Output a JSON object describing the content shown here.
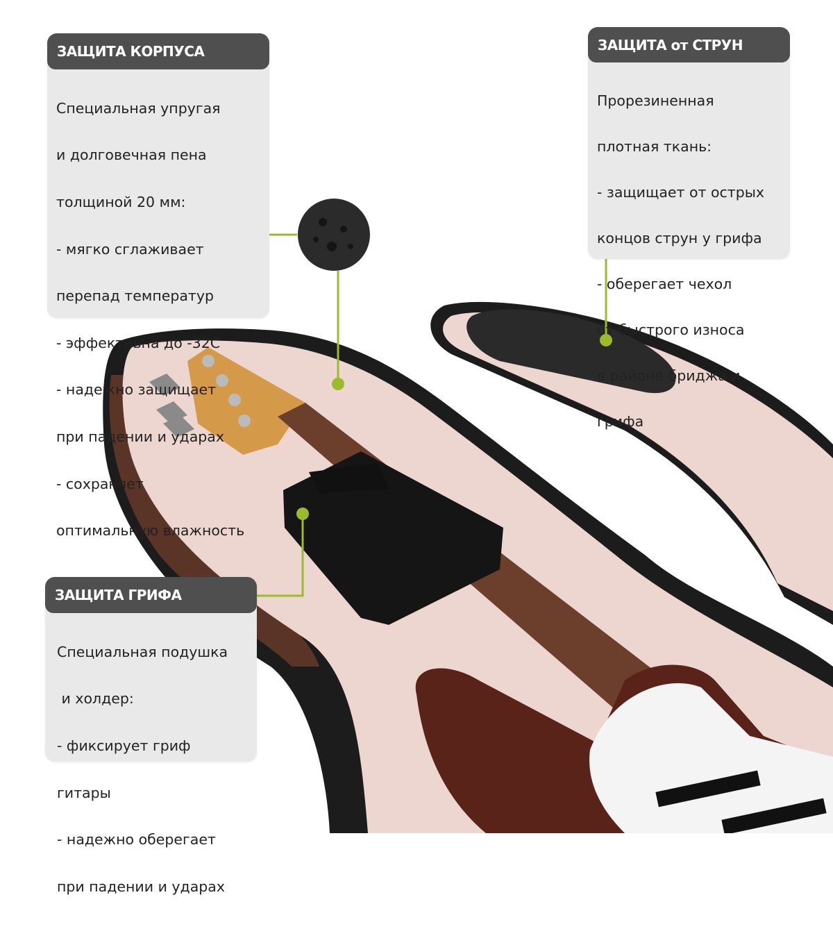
{
  "callouts": {
    "body_protection": {
      "title": "ЗАЩИТА КОРПУСА",
      "lines": [
        "Специальная упругая",
        "и долговечная пена",
        "толщиной 20 мм:",
        "- мягко сглаживает",
        "перепад температур",
        "- эффективна до -32С",
        "- надежно защищает",
        "при падении и ударах",
        "- сохраняет",
        "оптимальную влажность"
      ]
    },
    "string_protection": {
      "title": "ЗАЩИТА от СТРУН",
      "lines": [
        "Прорезиненная",
        "плотная ткань:",
        "- защищает от острых",
        "концов струн у грифа",
        "- оберегает чехол",
        "от быстрого износа",
        "в районе бриджа и",
        "грифа"
      ]
    },
    "neck_protection": {
      "title": "ЗАЩИТА ГРИФА",
      "lines": [
        "Специальная подушка",
        " и холдер:",
        "- фиксирует гриф",
        "гитары",
        "- надежно оберегает",
        "при падении и ударах"
      ]
    }
  },
  "colors": {
    "accent": "#9bbb2e",
    "header_bg": "#4f4f4f",
    "box_bg": "#e9e9e9",
    "lining": "#ecd6cf",
    "case": "#1c1c1c",
    "guitar_body": "#5a231a"
  }
}
